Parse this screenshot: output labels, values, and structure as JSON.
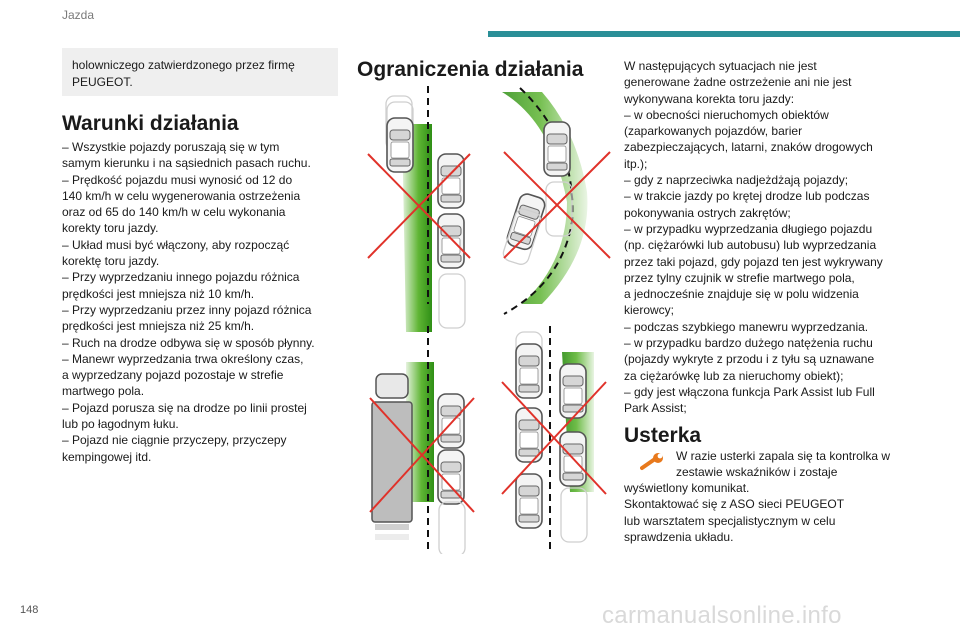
{
  "header": {
    "section": "Jazda",
    "accent_color": "#2a8f97"
  },
  "note": "holowniczego zatwierdzonego przez firmę PEUGEOT.",
  "conditions": {
    "title": "Warunki działania",
    "lines": [
      "– Wszystkie pojazdy poruszają się w tym",
      "samym kierunku i na sąsiednich pasach ruchu.",
      "– Prędkość pojazdu musi wynosić od 12 do",
      "140 km/h w celu wygenerowania ostrzeżenia",
      "oraz od 65 do 140 km/h w celu wykonania",
      "korekty toru jazdy.",
      "– Układ musi być włączony, aby rozpocząć",
      "korektę toru jazdy.",
      "– Przy wyprzedzaniu innego pojazdu różnica",
      "prędkości jest mniejsza niż 10 km/h.",
      "– Przy wyprzedzaniu przez inny pojazd różnica",
      "prędkości jest mniejsza niż 25 km/h.",
      "– Ruch na drodze odbywa się w sposób płynny.",
      "– Manewr wyprzedzania trwa określony czas,",
      "a wyprzedzany pojazd pozostaje w strefie",
      "martwego pola.",
      "– Pojazd porusza się na drodze po linii prostej",
      "lub po łagodnym łuku.",
      "– Pojazd nie ciągnie przyczepy, przyczepy",
      "kempingowej itd."
    ]
  },
  "limits": {
    "title": "Ograniczenia działania",
    "lines": [
      "W następujących sytuacjach nie jest",
      "generowane żadne ostrzeżenie ani nie jest",
      "wykonywana korekta toru jazdy:",
      "– w obecności nieruchomych obiektów",
      "(zaparkowanych pojazdów, barier",
      "zabezpieczających, latarni, znaków drogowych",
      "itp.);",
      "– gdy z naprzeciwka nadjeżdżają pojazdy;",
      "– w trakcie jazdy po krętej drodze lub podczas",
      "pokonywania ostrych zakrętów;",
      "– w przypadku wyprzedzania długiego pojazdu",
      "(np. ciężarówki lub autobusu) lub wyprzedzania",
      "przez taki pojazd, gdy pojazd ten jest wykrywany",
      "przez tylny czujnik w strefie martwego pola,",
      "a jednocześnie znajduje się w polu widzenia",
      "kierowcy;",
      "– podczas szybkiego manewru wyprzedzania.",
      "– w przypadku bardzo dużego natężenia ruchu",
      "(pojazdy wykryte z przodu i z tyłu są uznawane",
      "za ciężarówkę lub za nieruchomy obiekt);",
      "– gdy jest włączona funkcja Park Assist lub Full",
      "Park Assist;"
    ]
  },
  "fault": {
    "title": "Usterka",
    "lines_indented": [
      "W razie usterki zapala się ta kontrolka w",
      "zestawie wskaźników i zostaje"
    ],
    "lines": [
      "wyświetlony komunikat.",
      "Skontaktować się z ASO sieci PEUGEOT",
      "lub warsztatem specjalistycznym w celu",
      "sprawdzenia układu."
    ],
    "icon": "wrench-icon",
    "icon_color": "#e8791c"
  },
  "footer": {
    "page_number": "148",
    "watermark": "carmanualsonline.info"
  },
  "colors": {
    "zone_green": "#3e9e1e",
    "cross_red": "#e0322a"
  }
}
